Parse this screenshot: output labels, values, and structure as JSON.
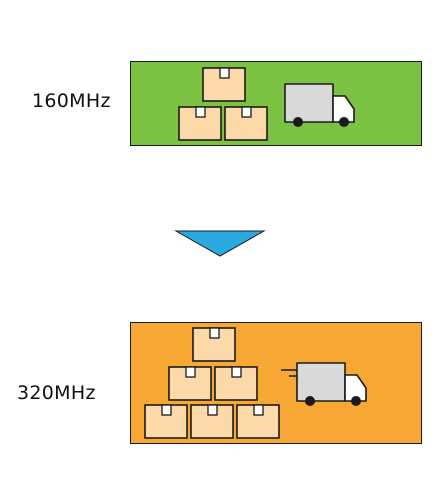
{
  "rows": {
    "top": {
      "label": "160MHz",
      "box_count": 3,
      "truck_speed_lines": false
    },
    "bottom": {
      "label": "320MHz",
      "box_count": 6,
      "truck_speed_lines": true
    }
  },
  "icons": {
    "box": "package-box-icon",
    "truck": "delivery-truck-icon",
    "arrow": "down-triangle-arrow-icon"
  },
  "colors": {
    "top_panel": "#7cc242",
    "bottom_panel": "#f7a733",
    "box_fill": "#fcd9a8",
    "truck_fill": "#d9d9d9",
    "arrow_fill": "#29abe2",
    "outline": "#1a1a1a"
  }
}
